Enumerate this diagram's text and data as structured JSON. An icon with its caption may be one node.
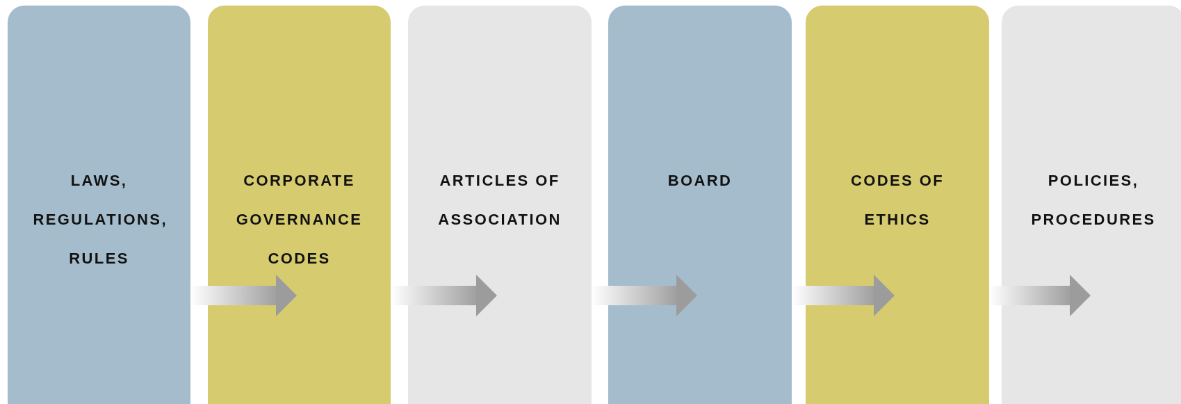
{
  "diagram": {
    "nodes": [
      {
        "text": [
          "LAWS, REGULATIONS, RULES"
        ]
      },
      {
        "text": [
          "CORPORATE GOVERNANCE CODES"
        ]
      },
      {
        "text": [
          "ARTICLES OF ASSOCIATION"
        ]
      },
      {
        "text": [
          "BOARD"
        ]
      },
      {
        "text": [
          "CODES OF ETHICS"
        ]
      },
      {
        "text": [
          "POLICIES, PROCEDURES"
        ]
      }
    ],
    "edges": [
      {
        "from": 0,
        "to": 1,
        "arrow": "to"
      },
      {
        "from": 1,
        "to": 2,
        "arrow": "to"
      },
      {
        "from": 2,
        "to": 3,
        "arrow": "to"
      },
      {
        "from": 3,
        "to": 4,
        "arrow": "to"
      },
      {
        "from": 4,
        "to": 5,
        "arrow": "to"
      }
    ]
  }
}
